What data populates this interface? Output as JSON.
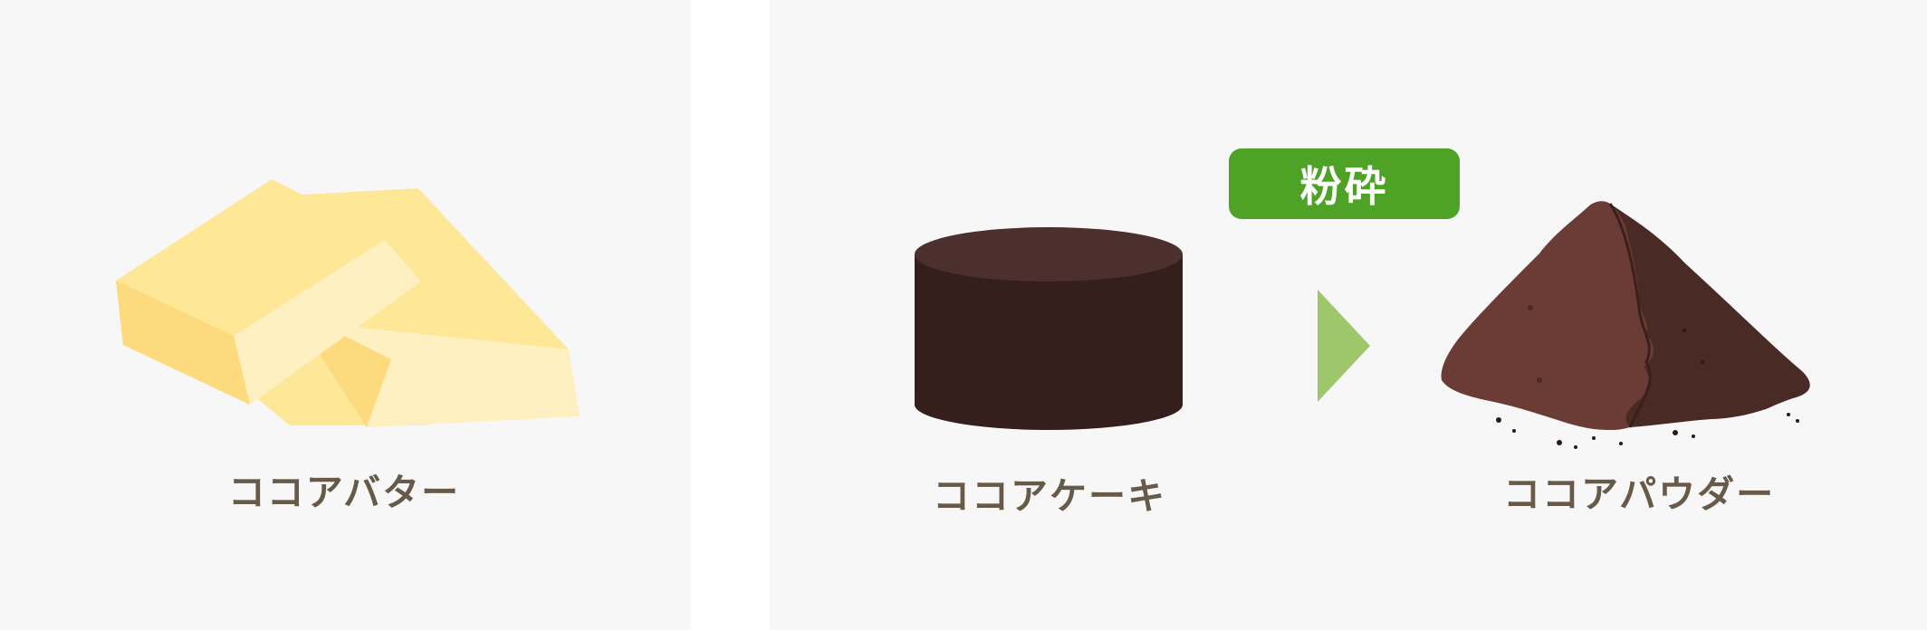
{
  "items": {
    "butter": {
      "label": "ココアバター"
    },
    "cake": {
      "label": "ココアケーキ"
    },
    "powder": {
      "label": "ココアパウダー"
    }
  },
  "process": {
    "label": "粉砕"
  },
  "colors": {
    "panel_bg": "#f7f7f7",
    "label_text": "#675a48",
    "badge_bg": "#4ea327",
    "arrow": "#9dc76a",
    "butter_top": "#fee897",
    "butter_side": "#fdda7e",
    "butter_light": "#fef0c0",
    "cake_top": "#4b302d",
    "cake_body": "#341f1d",
    "powder_light": "#6b3b36",
    "powder_dark": "#4a2a24"
  },
  "icons": [
    "butter-icon",
    "cocoa-cake-icon",
    "arrow-right-icon",
    "cocoa-powder-icon"
  ]
}
